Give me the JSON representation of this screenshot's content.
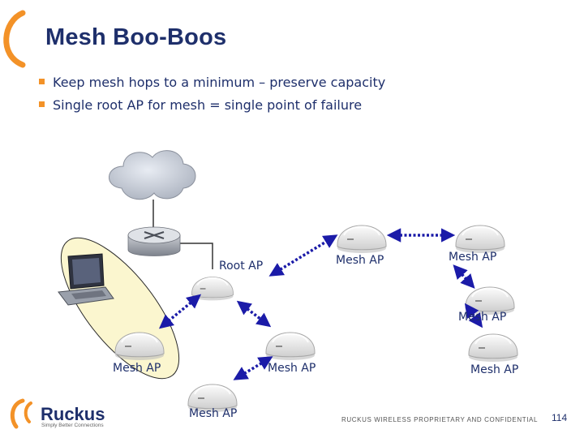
{
  "slide": {
    "title": "Mesh Boo-Boos",
    "bullets": [
      "Keep mesh hops to a minimum – preserve capacity",
      "Single root AP for mesh = single point of failure"
    ]
  },
  "diagram": {
    "labels": {
      "root_ap": "Root AP",
      "mesh_ap_top_middle": "Mesh AP",
      "mesh_ap_top_right": "Mesh AP",
      "mesh_ap_right_middle": "Mesh AP",
      "mesh_ap_bottom_left": "Mesh AP",
      "mesh_ap_bottom_center": "Mesh AP",
      "mesh_ap_bottom": "Mesh AP",
      "mesh_ap_bottom_right": "Mesh AP"
    },
    "icons": [
      "cloud-icon",
      "router-icon",
      "laptop-icon",
      "access-point-icon"
    ],
    "link_color": "#1b1ba8"
  },
  "footer": {
    "brand": "Ruckus",
    "tagline": "Simply Better Connections",
    "confidential": "RUCKUS WIRELESS PROPRIETARY AND CONFIDENTIAL",
    "page_number": "114"
  },
  "colors": {
    "accent_orange": "#f39228",
    "title_navy": "#1e2f6b",
    "client_area_fill": "#fbf6cf"
  }
}
